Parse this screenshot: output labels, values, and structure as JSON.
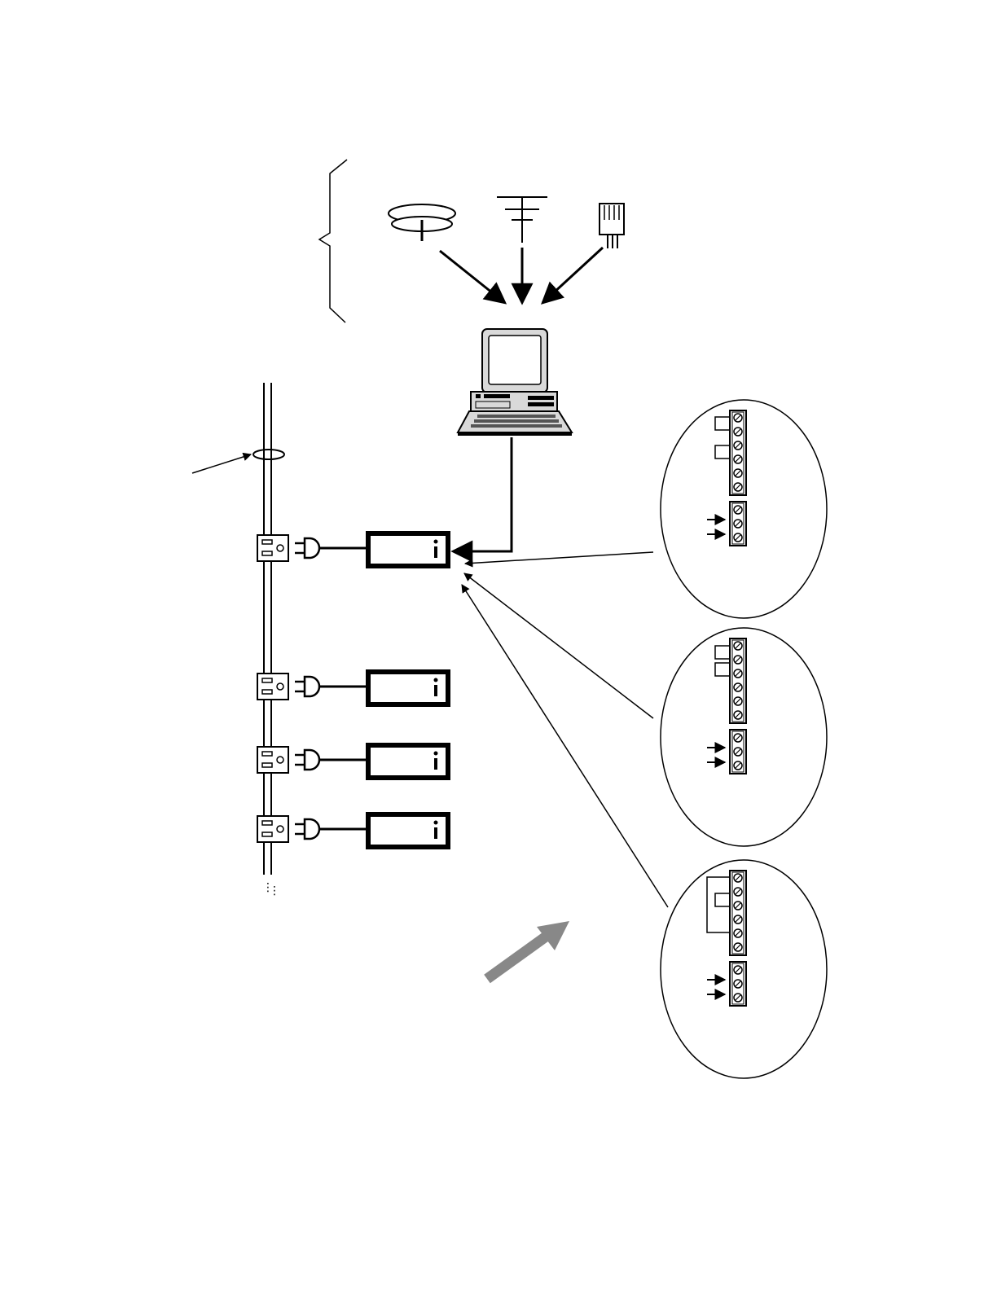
{
  "diagram": {
    "type": "power-line network wiring illustration",
    "signal_sources": [
      "satellite-dish-icon",
      "tv-antenna-icon",
      "phone-jack-icon"
    ],
    "host": "desktop-computer-icon",
    "outlets_count": 4,
    "adapters_count": 4,
    "terminal_blocks_count": 3,
    "continuation_symbol": "⋮",
    "colors": {
      "line": "#000000",
      "direction_arrow": "#888888",
      "computer_body": "#d9d9d9"
    }
  }
}
